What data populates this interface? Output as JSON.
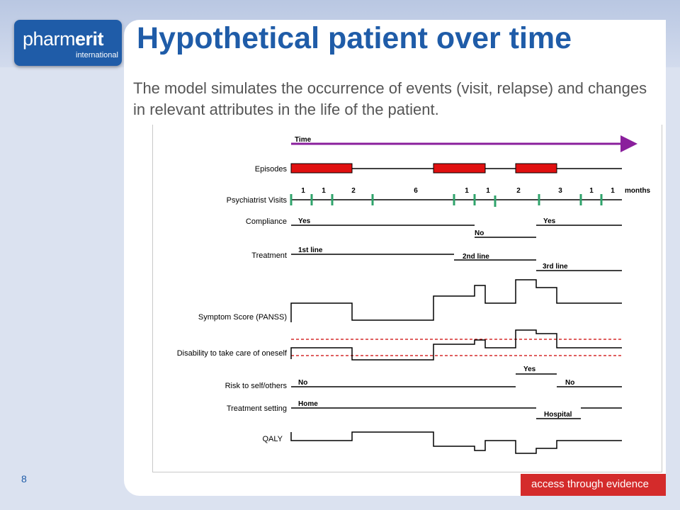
{
  "logo": {
    "main_prefix": "pharm",
    "main_bold": "erit",
    "sub": "international"
  },
  "title": "Hypothetical patient over time",
  "subtitle": "The model simulates the occurrence of events (visit, relapse) and changes in relevant attributes in the life of the patient.",
  "page_number": "8",
  "footer": "access through evidence",
  "colors": {
    "brand_blue": "#1f5ca8",
    "episode_red": "#e01010",
    "time_arrow_purple": "#8a1f9c",
    "visit_green": "#2fa36b",
    "threshold_red": "#cc0000",
    "footer_red": "#d42b2b"
  },
  "diagram": {
    "time_label": "Time",
    "rows": {
      "episodes": "Episodes",
      "visits": "Psychiatrist Visits",
      "compliance": "Compliance",
      "treatment": "Treatment",
      "symptom": "Symptom Score (PANSS)",
      "disability": "Disability to take care of oneself",
      "risk": "Risk to self/others",
      "setting": "Treatment setting",
      "qaly": "QALY"
    },
    "visit_intervals": [
      "1",
      "1",
      "2",
      "6",
      "1",
      "1",
      "2",
      "3",
      "1",
      "1"
    ],
    "visit_unit": "months",
    "compliance": {
      "yes1": "Yes",
      "no": "No",
      "yes2": "Yes"
    },
    "treatment": {
      "first": "1st line",
      "second": "2nd line",
      "third": "3rd line"
    },
    "risk": {
      "no1": "No",
      "yes": "Yes",
      "no2": "No"
    },
    "setting": {
      "home": "Home",
      "hospital": "Hospital"
    }
  }
}
